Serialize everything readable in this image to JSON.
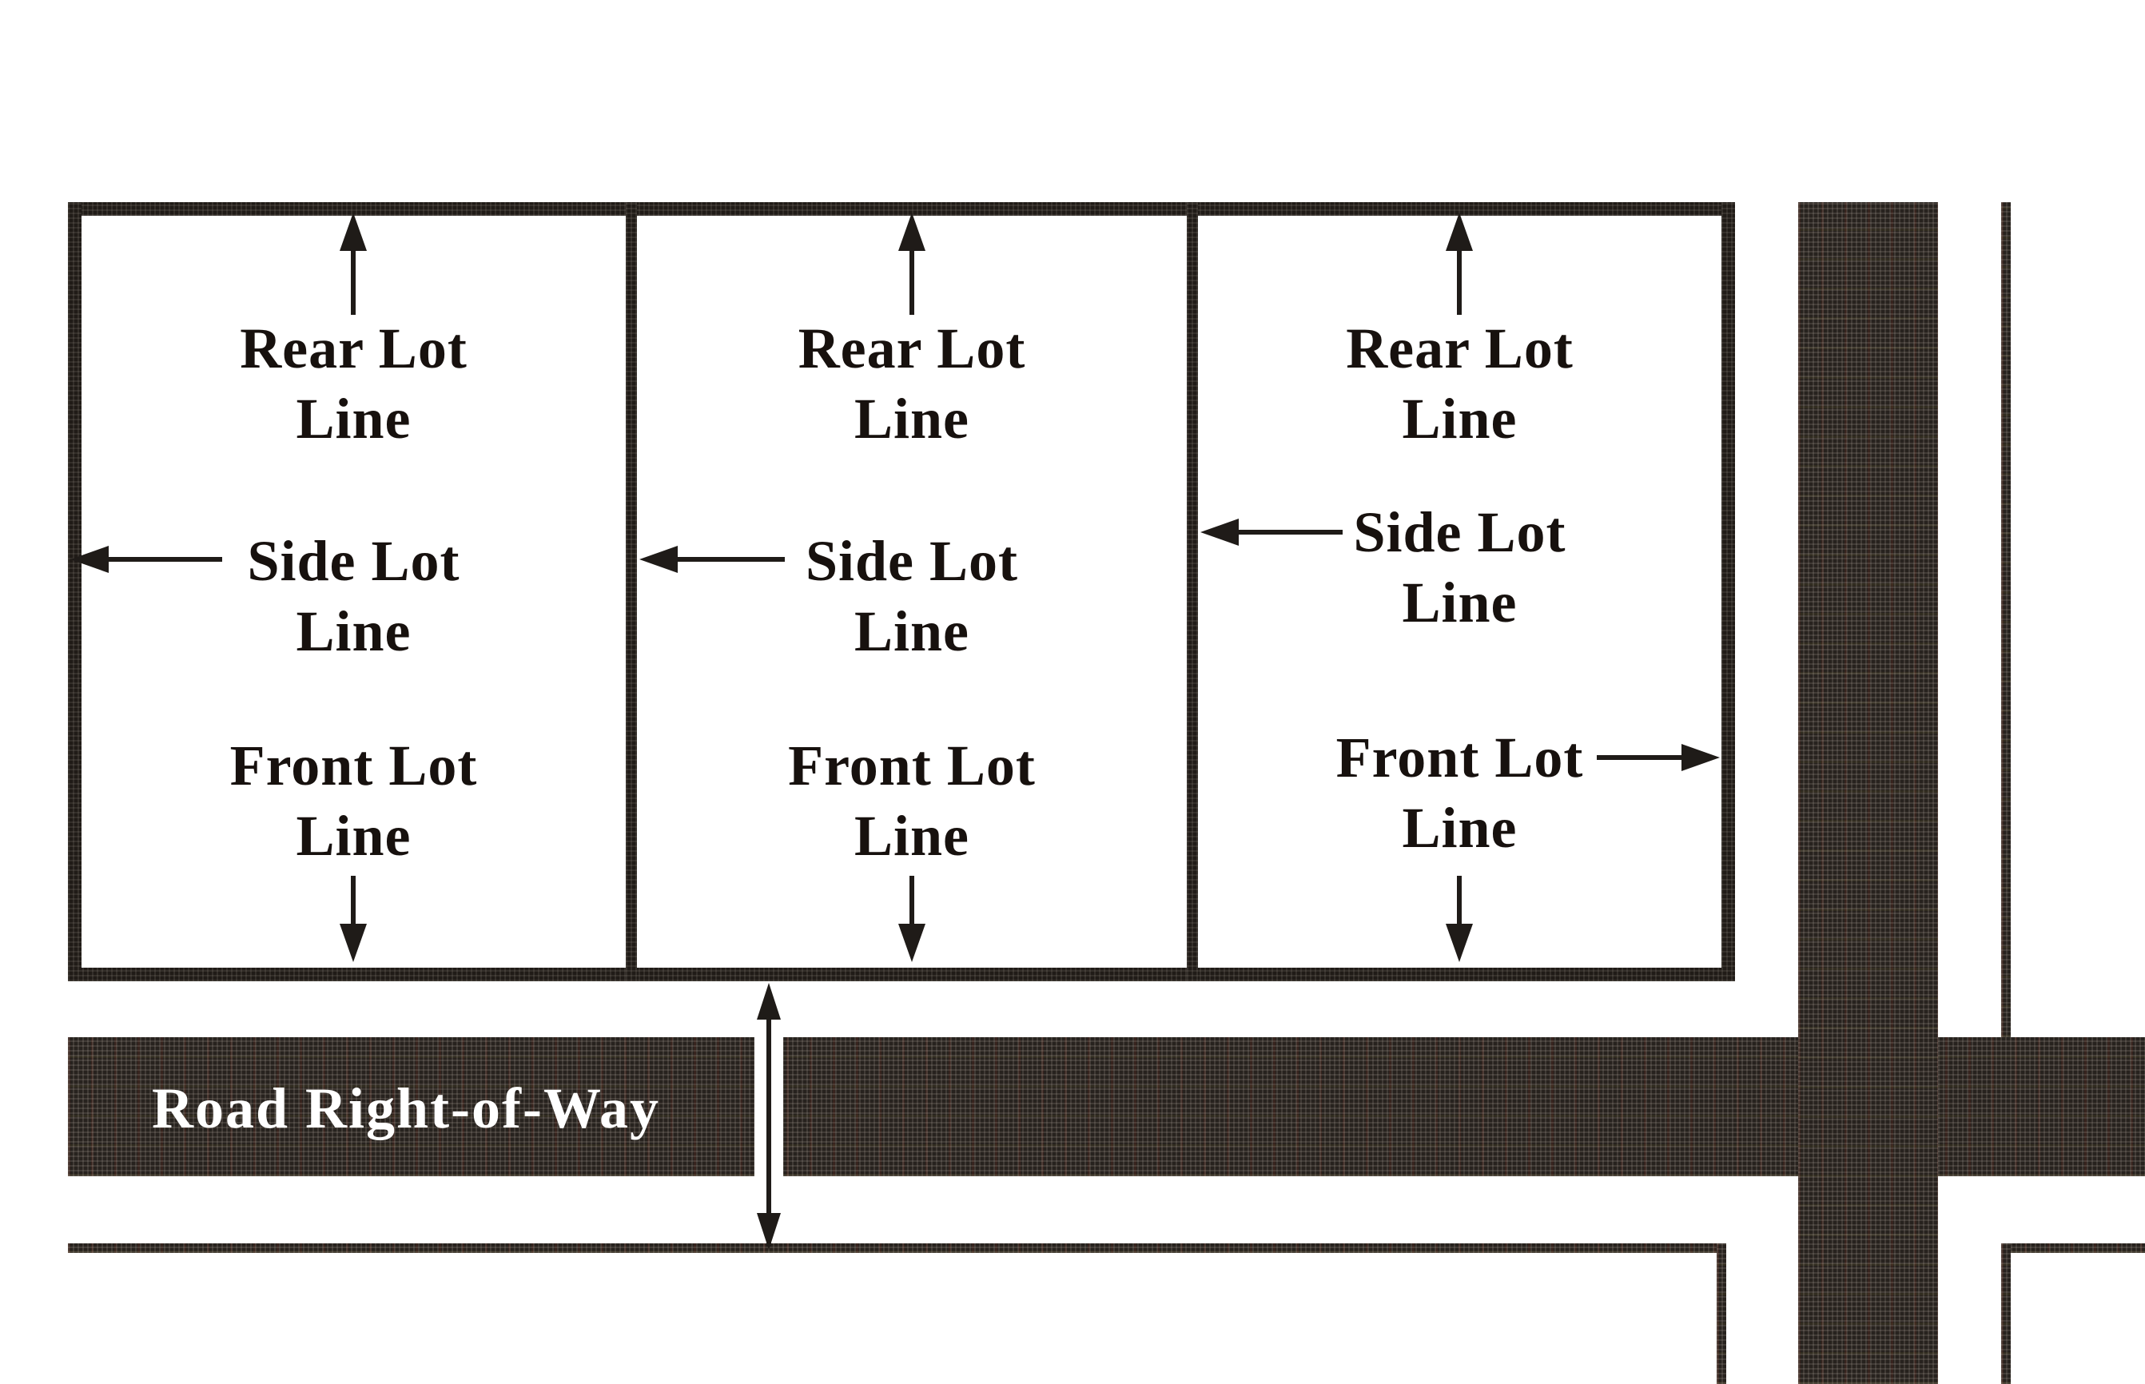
{
  "colors": {
    "ink": "#1f1b18",
    "road_fill": "#27221e",
    "road_label_color": "#ffffff",
    "label_ink": "#17110e",
    "background": "#ffffff"
  },
  "lots": [
    {
      "rear_label": "Rear Lot\nLine",
      "side_label": "Side Lot\nLine",
      "front_label": "Front Lot\nLine"
    },
    {
      "rear_label": "Rear Lot\nLine",
      "side_label": "Side Lot\nLine",
      "front_label": "Front Lot\nLine"
    },
    {
      "rear_label": "Rear Lot\nLine",
      "side_label": "Side Lot\nLine",
      "front_label": "Front Lot\nLine"
    }
  ],
  "road": {
    "label": "Road Right-of-Way"
  }
}
